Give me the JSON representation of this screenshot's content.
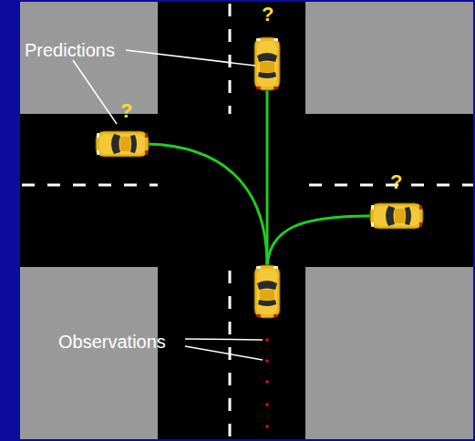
{
  "diagram": {
    "labels": [
      "Predictions",
      "Observations",
      "?",
      "?",
      "?"
    ]
  }
}
